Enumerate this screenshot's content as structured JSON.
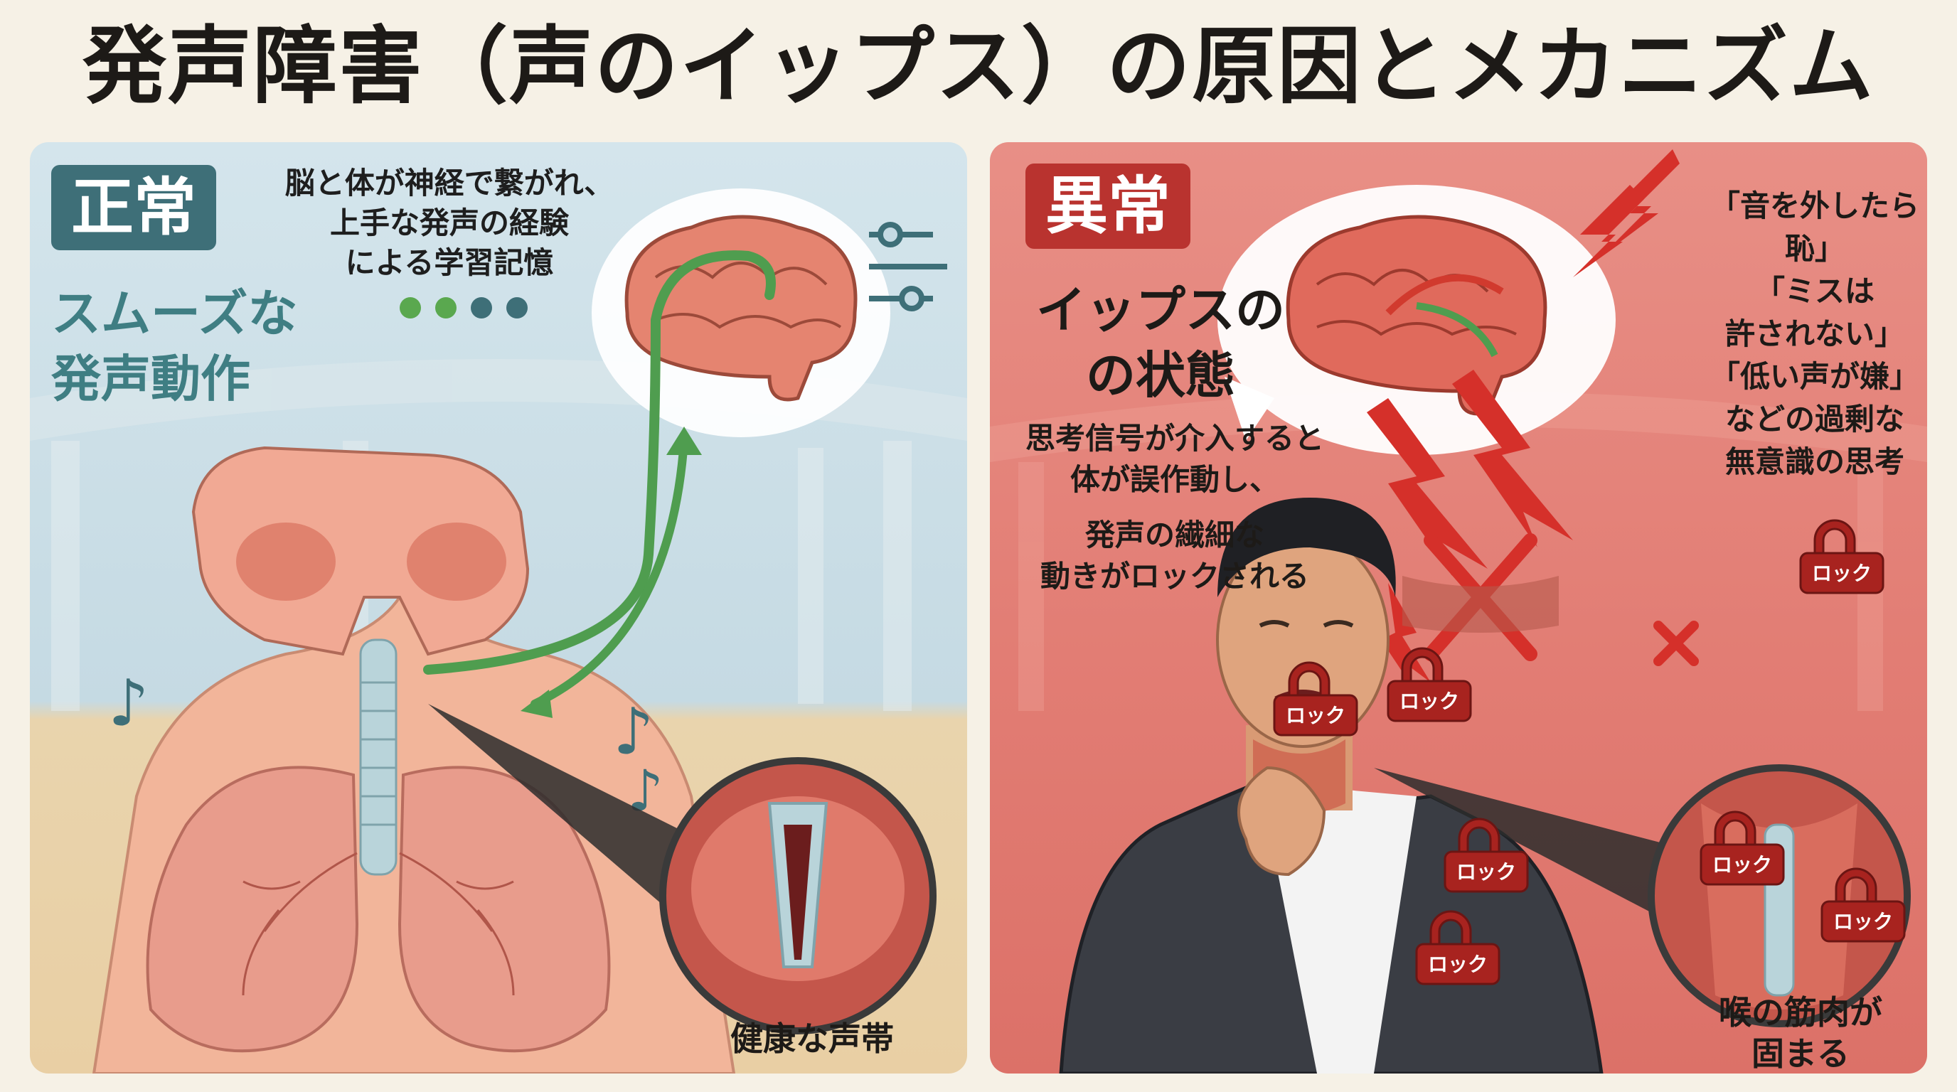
{
  "title": "発声障害（声のイップス）の原因とメカニズム",
  "normal": {
    "tag": "正常",
    "heading_lines": [
      "スムーズな",
      "発声動作"
    ],
    "note_lines": [
      "脳と体が神経で繋がれ、",
      "上手な発声の経験",
      "による学習記憶"
    ],
    "caption": "健康な声帯"
  },
  "abnormal": {
    "tag": "異常",
    "heading_lines": [
      "イップスの",
      "の状態"
    ],
    "note_lines": [
      "思考信号が介入すると",
      "体が誤作動し、",
      "",
      "発声の繊細な",
      "動きがロックされる"
    ],
    "quote_lines": [
      "「音を外したら恥」",
      "「ミスは",
      "許されない」",
      "「低い声が嫌」",
      "などの過剰な",
      "無意識の思考"
    ],
    "lock_label": "ロック",
    "caption_lines": [
      "喉の筋肉が",
      "固まる"
    ]
  },
  "colors": {
    "normal_accent": "#3e6f78",
    "abnormal_accent": "#b9332f",
    "neural_green": "#4f9d4f"
  },
  "icons": [
    "music-note-icon",
    "slider-icon",
    "lightning-icon",
    "lock-icon",
    "cross-icon",
    "brain-icon"
  ]
}
